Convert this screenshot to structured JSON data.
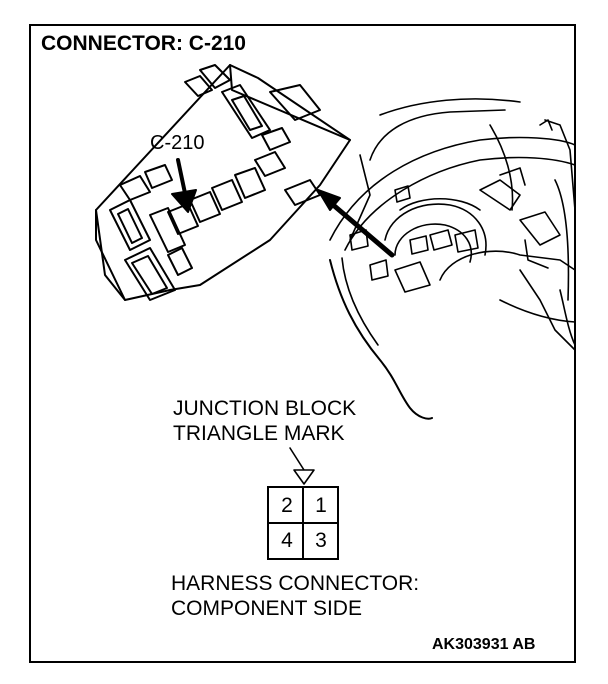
{
  "title": "CONNECTOR: C-210",
  "callout_label": "C-210",
  "junction_block_label": [
    "JUNCTION BLOCK",
    "TRIANGLE MARK"
  ],
  "harness_label": [
    "HARNESS CONNECTOR:",
    "COMPONENT SIDE"
  ],
  "figure_code": "AK303931 AB",
  "connector_pins": {
    "top": [
      "2",
      "1"
    ],
    "bottom": [
      "4",
      "3"
    ]
  },
  "colors": {
    "line": "#000000",
    "background": "#ffffff"
  }
}
